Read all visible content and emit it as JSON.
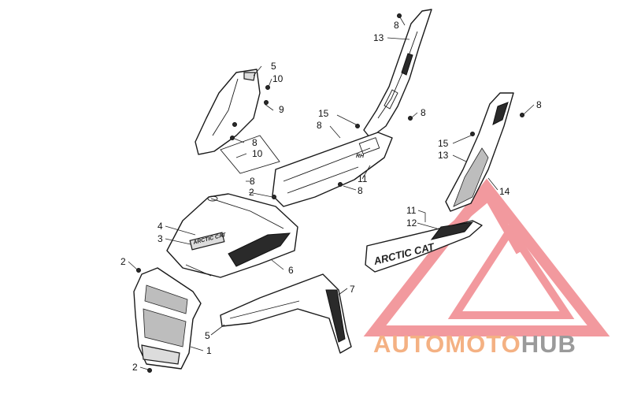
{
  "parts_diagram": {
    "callouts": [
      {
        "id": "c-8-top",
        "label": "8"
      },
      {
        "id": "c-13-top",
        "label": "13"
      },
      {
        "id": "c-5-top",
        "label": "5"
      },
      {
        "id": "c-10-top",
        "label": "10"
      },
      {
        "id": "c-9",
        "label": "9"
      },
      {
        "id": "c-15-mid",
        "label": "15"
      },
      {
        "id": "c-8-mid",
        "label": "8"
      },
      {
        "id": "c-8-midright",
        "label": "8"
      },
      {
        "id": "c-8-right",
        "label": "8"
      },
      {
        "id": "c-8-panel",
        "label": "8"
      },
      {
        "id": "c-10-mid",
        "label": "10"
      },
      {
        "id": "c-15-right",
        "label": "15"
      },
      {
        "id": "c-13-right",
        "label": "13"
      },
      {
        "id": "c-11-mid",
        "label": "11"
      },
      {
        "id": "c-8-bracket",
        "label": "8"
      },
      {
        "id": "c-2-mid",
        "label": "2"
      },
      {
        "id": "c-8-lower",
        "label": "8"
      },
      {
        "id": "c-14",
        "label": "14"
      },
      {
        "id": "c-11-low",
        "label": "11"
      },
      {
        "id": "c-12",
        "label": "12"
      },
      {
        "id": "c-4",
        "label": "4"
      },
      {
        "id": "c-3",
        "label": "3"
      },
      {
        "id": "c-2-left",
        "label": "2"
      },
      {
        "id": "c-6",
        "label": "6"
      },
      {
        "id": "c-7",
        "label": "7"
      },
      {
        "id": "c-5-low",
        "label": "5"
      },
      {
        "id": "c-1",
        "label": "1"
      },
      {
        "id": "c-2-bottom",
        "label": "2"
      }
    ],
    "decals": {
      "hood_badge": "ARCTIC CAT",
      "side_panel_text": "ARCTIC CAT",
      "panel_mark": "RH"
    }
  },
  "watermark": {
    "part1": "AUTO",
    "part2": "MOTO",
    "part3": "HUB",
    "color_orange": "#f4b183",
    "color_grey": "#9a9a9a",
    "color_red": "#e8474f"
  }
}
